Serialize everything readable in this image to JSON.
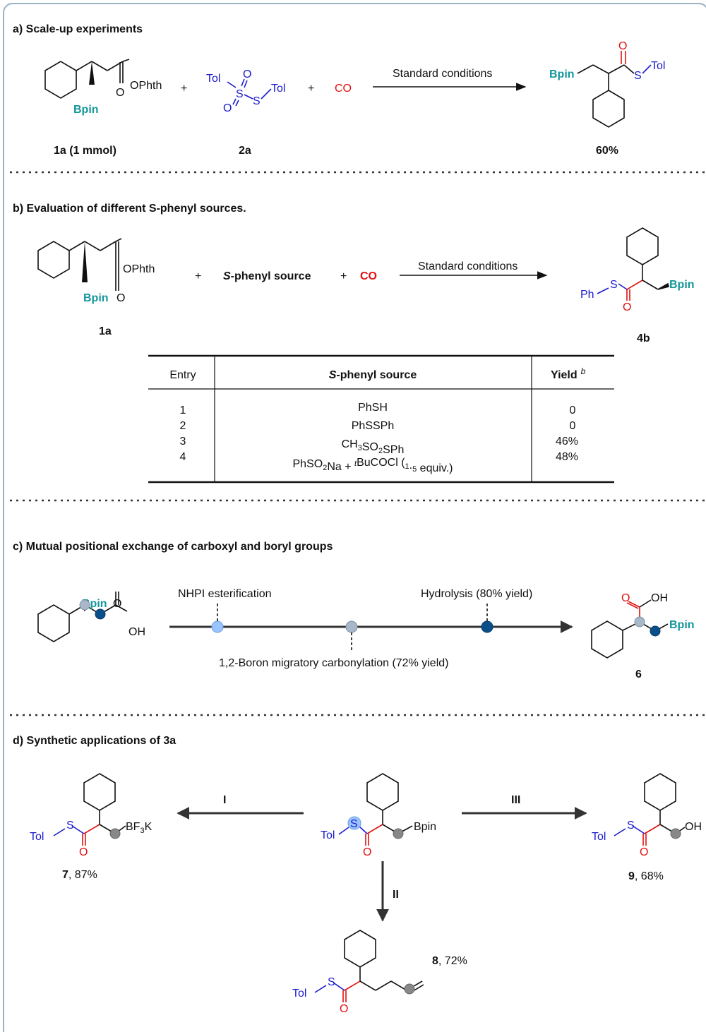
{
  "colors": {
    "sulfur_blue": "#1a1acc",
    "carbonyl_red": "#e01010",
    "boron_teal": "#14969a",
    "dot_light": "#99c4ff",
    "dot_gray": "#a9b8c8",
    "dot_dark": "#0b4f8a",
    "dot_grey": "#888888"
  },
  "a": {
    "title": "a) Scale-up experiments",
    "ester_group": "OPhth",
    "bpin": "Bpin",
    "o": "O",
    "tol": "Tol",
    "s": "S",
    "co": "CO",
    "plus": "+",
    "conditions": "Standard conditions",
    "label_1a": "1a (1 mmol)",
    "label_2a": "2a",
    "yield": "60%"
  },
  "b": {
    "title": "b) Evaluation of different S-phenyl sources.",
    "ester_group": "OPhth",
    "bpin": "Bpin",
    "o": "O",
    "source_label": "S-phenyl source",
    "source_s": "S",
    "source_rest": "-phenyl source",
    "co": "CO",
    "plus": "+",
    "conditions": "Standard conditions",
    "ph": "Ph",
    "s": "S",
    "label_1a": "1a",
    "label_4b": "4b",
    "table": {
      "headers": {
        "entry": "Entry",
        "source_s": "S",
        "source_rest": "-phenyl source",
        "yield": "Yield",
        "yield_sup": "b"
      },
      "entries": [
        "1",
        "2",
        "3",
        "4"
      ],
      "sources": [
        "PhSH",
        "PhSSPh",
        "CH3SO2SPh",
        "PhSO2Na + tBuCOCl (1.5 equiv.)"
      ],
      "yields": [
        "0",
        "0",
        "46%",
        "48%"
      ]
    }
  },
  "c": {
    "title": "c) Mutual positional exchange of carboxyl and boryl groups",
    "bpin": "Bpin",
    "o": "O",
    "oh": "OH",
    "step1": "NHPI esterification",
    "step2": "1,2-Boron migratory carbonylation (72% yield)",
    "step3": "Hydrolysis (80% yield)",
    "label_6": "6"
  },
  "d": {
    "title": "d) Synthetic applications of 3a",
    "tol": "Tol",
    "s": "S",
    "o": "O",
    "bpin": "Bpin",
    "oh": "OH",
    "bf3k_pre": "BF",
    "bf3k_sub": "3",
    "bf3k_post": "K",
    "arrow_i": "I",
    "arrow_ii": "II",
    "arrow_iii": "III",
    "p7_num": "7",
    "p7_yield": ", 87%",
    "p8_num": "8",
    "p8_yield": ", 72%",
    "p9_num": "9",
    "p9_yield": ", 68%"
  }
}
